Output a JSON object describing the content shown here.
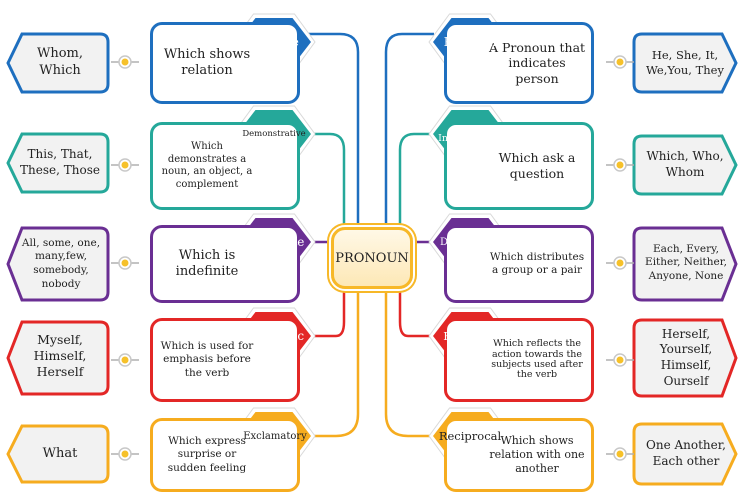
{
  "center_label": "PRONOUN",
  "colors": {
    "blue": "#1e6fbf",
    "teal": "#25a89a",
    "purple": "#6a2f93",
    "red": "#e32726",
    "orange": "#f6ac1f"
  },
  "left": [
    {
      "type": "Relative",
      "definition": "Which shows relation",
      "examples": "Whom, Which",
      "color": "blue"
    },
    {
      "type": "Demonstrative",
      "definition": "Which demonstrates a noun, an object, a complement",
      "examples": "This, That, These, Those",
      "color": "teal"
    },
    {
      "type": "Indefinite",
      "definition": "Which is indefinite",
      "examples": "All, some, one, many,few, somebody, nobody",
      "color": "purple"
    },
    {
      "type": "Emphatic",
      "definition": "Which is used for emphasis before the verb",
      "examples": "Myself, Himself, Herself",
      "color": "red"
    },
    {
      "type": "Exclamatory",
      "definition": "Which express surprise or sudden feeling",
      "examples": "What",
      "color": "orange"
    }
  ],
  "right": [
    {
      "type": "Personal",
      "definition": "A Pronoun that indicates person",
      "examples": "He, She, It, We,You, They",
      "color": "blue"
    },
    {
      "type": "Interrogative",
      "definition": "Which ask a question",
      "examples": "Which, Who, Whom",
      "color": "teal"
    },
    {
      "type": "Distributive",
      "definition": "Which distributes a group or a pair",
      "examples": "Each, Every, Either, Neither, Anyone, None",
      "color": "purple"
    },
    {
      "type": "Reflexive",
      "definition": "Which reflects the action towards the subjects used after the verb",
      "examples": "Herself, Yourself, Himself, Ourself",
      "color": "red"
    },
    {
      "type": "Reciprocal",
      "definition": "Which shows relation with one another",
      "examples": "One Another, Each other",
      "color": "orange"
    }
  ]
}
